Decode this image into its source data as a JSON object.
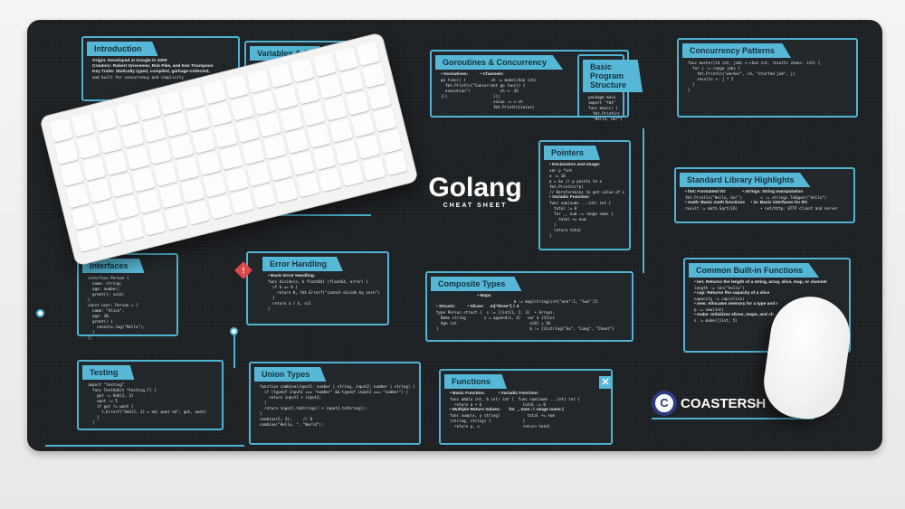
{
  "title": {
    "main": "Golang",
    "sub": "CHEAT SHEET"
  },
  "brand": {
    "name": "COASTERSH",
    "mark": "C"
  },
  "colors": {
    "mat": "#1d2023",
    "accent": "#56b8d6",
    "warning": "#e04848"
  },
  "icons": {
    "warning": "exclamation-icon",
    "close": "close-x-icon"
  },
  "panels": [
    {
      "id": "intro",
      "title": "Introduction",
      "lines": [
        [
          "h",
          "Origin: Developed at Google in 2009"
        ],
        [
          "h",
          "Creators: Robert Griesemer, Rob Pike, and Ken Thompson"
        ],
        [
          "h",
          "Key Traits: Statically typed, compiled, garbage-collected,"
        ],
        [
          "",
          "and built for concurrency and simplicity"
        ]
      ]
    },
    {
      "id": "variables",
      "title": "Variables & C",
      "lines": []
    },
    {
      "id": "goroutines",
      "title": "Goroutines & Concurrency",
      "lines": [
        [
          "h",
          "• Goroutines:          • Channels:"
        ],
        [
          "",
          "go func() {           ch := make(chan int)"
        ],
        [
          "",
          "  fmt.Println(\"Concurrent go func() {"
        ],
        [
          "",
          "  execution\")             ch <- 42"
        ],
        [
          "",
          "}()                    }()"
        ],
        [
          "",
          "                       value := <-ch"
        ],
        [
          "",
          "                       fmt.Println(value)"
        ]
      ]
    },
    {
      "id": "basic",
      "title": "Basic Program Structure",
      "lines": [
        [
          "",
          "package main"
        ],
        [
          "",
          "import \"fmt\""
        ],
        [
          "",
          "func main() {"
        ],
        [
          "",
          "  fmt.Println("
        ],
        [
          "",
          "  \"Hello, Go!\")"
        ]
      ]
    },
    {
      "id": "patterns",
      "title": "Concurrency Patterns",
      "lines": [
        [
          "",
          "func worker(id int, jobs <-chan int, results chan<- int) {"
        ],
        [
          "",
          "  for j := range jobs {"
        ],
        [
          "",
          "    fmt.Println(\"worker\", id, \"started job\", j)"
        ],
        [
          "",
          "    results <- j * 2"
        ],
        [
          "",
          "  }"
        ],
        [
          "",
          "}"
        ]
      ]
    },
    {
      "id": "pointers",
      "title": "Pointers",
      "lines": [
        [
          "h",
          "• Declaration and Usage:"
        ],
        [
          "",
          "var p *int"
        ],
        [
          "",
          "x := 10"
        ],
        [
          "",
          "p = &x // p points to x"
        ],
        [
          "",
          "fmt.Println(*p)"
        ],
        [
          "",
          "// Dereferences to get value of x"
        ],
        [
          "h",
          "• Variadic Function:"
        ],
        [
          "",
          "func sum(nums ...int) int {"
        ],
        [
          "",
          "  total := 0"
        ],
        [
          "",
          "  for _, num := range nums {"
        ],
        [
          "",
          "    total += num"
        ],
        [
          "",
          "  }"
        ],
        [
          "",
          "  return total"
        ],
        [
          "",
          "}"
        ]
      ]
    },
    {
      "id": "stdlib",
      "title": "Standard Library Highlights",
      "lines": [
        [
          "h",
          "• fmt: Formatted I/O              • strings: String manipulation"
        ],
        [
          "",
          "fmt.Println(\"Hello, Go!\")        s := strings.ToUpper(\"hello\")"
        ],
        [
          "h",
          "• math: Basic math functions     • io: Basic interfaces for I/O"
        ],
        [
          "",
          "result := math.Sqrt(16)          • net/http: HTTP client and server"
        ]
      ]
    },
    {
      "id": "builtins",
      "title": "Common Built-in Functions",
      "lines": [
        [
          "h",
          "• len: Returns the length of a string, array, slice, map, or channel"
        ],
        [
          "",
          "length := len(\"hello\")"
        ],
        [
          "h",
          "• cap: Returns the capacity of a slice"
        ],
        [
          "",
          "capacity := cap(slice)"
        ],
        [
          "h",
          "• new: Allocates memory for a type and r"
        ],
        [
          "",
          "p := new(int)"
        ],
        [
          "h",
          "• make: Initializes slices, maps, and ch"
        ],
        [
          "",
          "s := make([]int, 5)"
        ]
      ]
    },
    {
      "id": "interfaces",
      "title": "Interfaces",
      "lines": [
        [
          "",
          "interface Person {"
        ],
        [
          "",
          "  name: string;"
        ],
        [
          "",
          "  age: number;"
        ],
        [
          "",
          "  greet(): void;"
        ],
        [
          "",
          "}"
        ],
        [
          "",
          "const user: Person = {"
        ],
        [
          "",
          "  name: \"Alice\","
        ],
        [
          "",
          "  age: 30,"
        ],
        [
          "",
          "  greet() {"
        ],
        [
          "",
          "    console.log(\"Hello\");"
        ],
        [
          "",
          "  }"
        ],
        [
          "",
          "};"
        ]
      ]
    },
    {
      "id": "errors",
      "title": "Error Handling",
      "lines": [
        [
          "h",
          "• Basic Error Handling:"
        ],
        [
          "",
          "func divide(a, b float64) (float64, error) {"
        ],
        [
          "",
          "  if b == 0 {"
        ],
        [
          "",
          "    return 0, fmt.Errorf(\"cannot divide by zero\")"
        ],
        [
          "",
          "  }"
        ],
        [
          "",
          "  return a / b, nil"
        ],
        [
          "",
          "}"
        ]
      ]
    },
    {
      "id": "composite",
      "title": "Composite Types",
      "lines": [
        [
          "h",
          "                                  • Maps"
        ],
        [
          "",
          "                                  m := map[string]int{\"one\":1, \"two\":2}"
        ],
        [
          "h",
          "• Structs:          • Slices:     m[\"three\"] = 3"
        ],
        [
          "",
          "type Person struct {  s := []int{1, 2, 3}  • Arrays:"
        ],
        [
          "",
          "  Name string        s = append(s, 4)   var a [3]int"
        ],
        [
          "",
          "  Age int                                a[0] = 10"
        ],
        [
          "",
          "}                                        b := [3]string{\"Go\", \"Lang\", \"Cheat\"}"
        ]
      ]
    },
    {
      "id": "testing",
      "title": "Testing",
      "lines": [
        [
          "",
          "import \"testing\""
        ],
        [
          "",
          "  func TestAdd(t *testing.T) {"
        ],
        [
          "",
          "    got := Add(2, 3)"
        ],
        [
          "",
          "    want := 5"
        ],
        [
          "",
          "    if got != want {"
        ],
        [
          "",
          "      t.Errorf(\"Add(2, 3) = %d; want %d\", got, want)"
        ],
        [
          "",
          "    }"
        ],
        [
          "",
          "  }"
        ]
      ]
    },
    {
      "id": "union",
      "title": "Union Types",
      "lines": [
        [
          "",
          "function combine(input1: number | string, input2: number | string) {"
        ],
        [
          "",
          "  if (typeof input1 === \"number\" && typeof input2 === \"number\") {"
        ],
        [
          "",
          "    return input1 + input2;"
        ],
        [
          "",
          "  }"
        ],
        [
          "",
          "  return input1.toString() + input2.toString();"
        ],
        [
          "",
          "}"
        ],
        [
          "",
          "combine(5, 3);     // 8"
        ],
        [
          "",
          "combine(\"Hello, \", \"World\");"
        ]
      ]
    },
    {
      "id": "functions",
      "title": "Functions",
      "lines": [
        [
          "h",
          "• Basic Function:           • Variadic Function:"
        ],
        [
          "",
          "func add(a int, b int) int {  func sum(nums ...int) int {"
        ],
        [
          "",
          "  return a + b                  total := 0"
        ],
        [
          "h",
          "• Multiple Return Values:       for _, num := range nums {"
        ],
        [
          "",
          "func swap(x, y string)            total += num"
        ],
        [
          "",
          "(string, string) {              }"
        ],
        [
          "",
          "  return y, x                   return total"
        ]
      ]
    }
  ]
}
